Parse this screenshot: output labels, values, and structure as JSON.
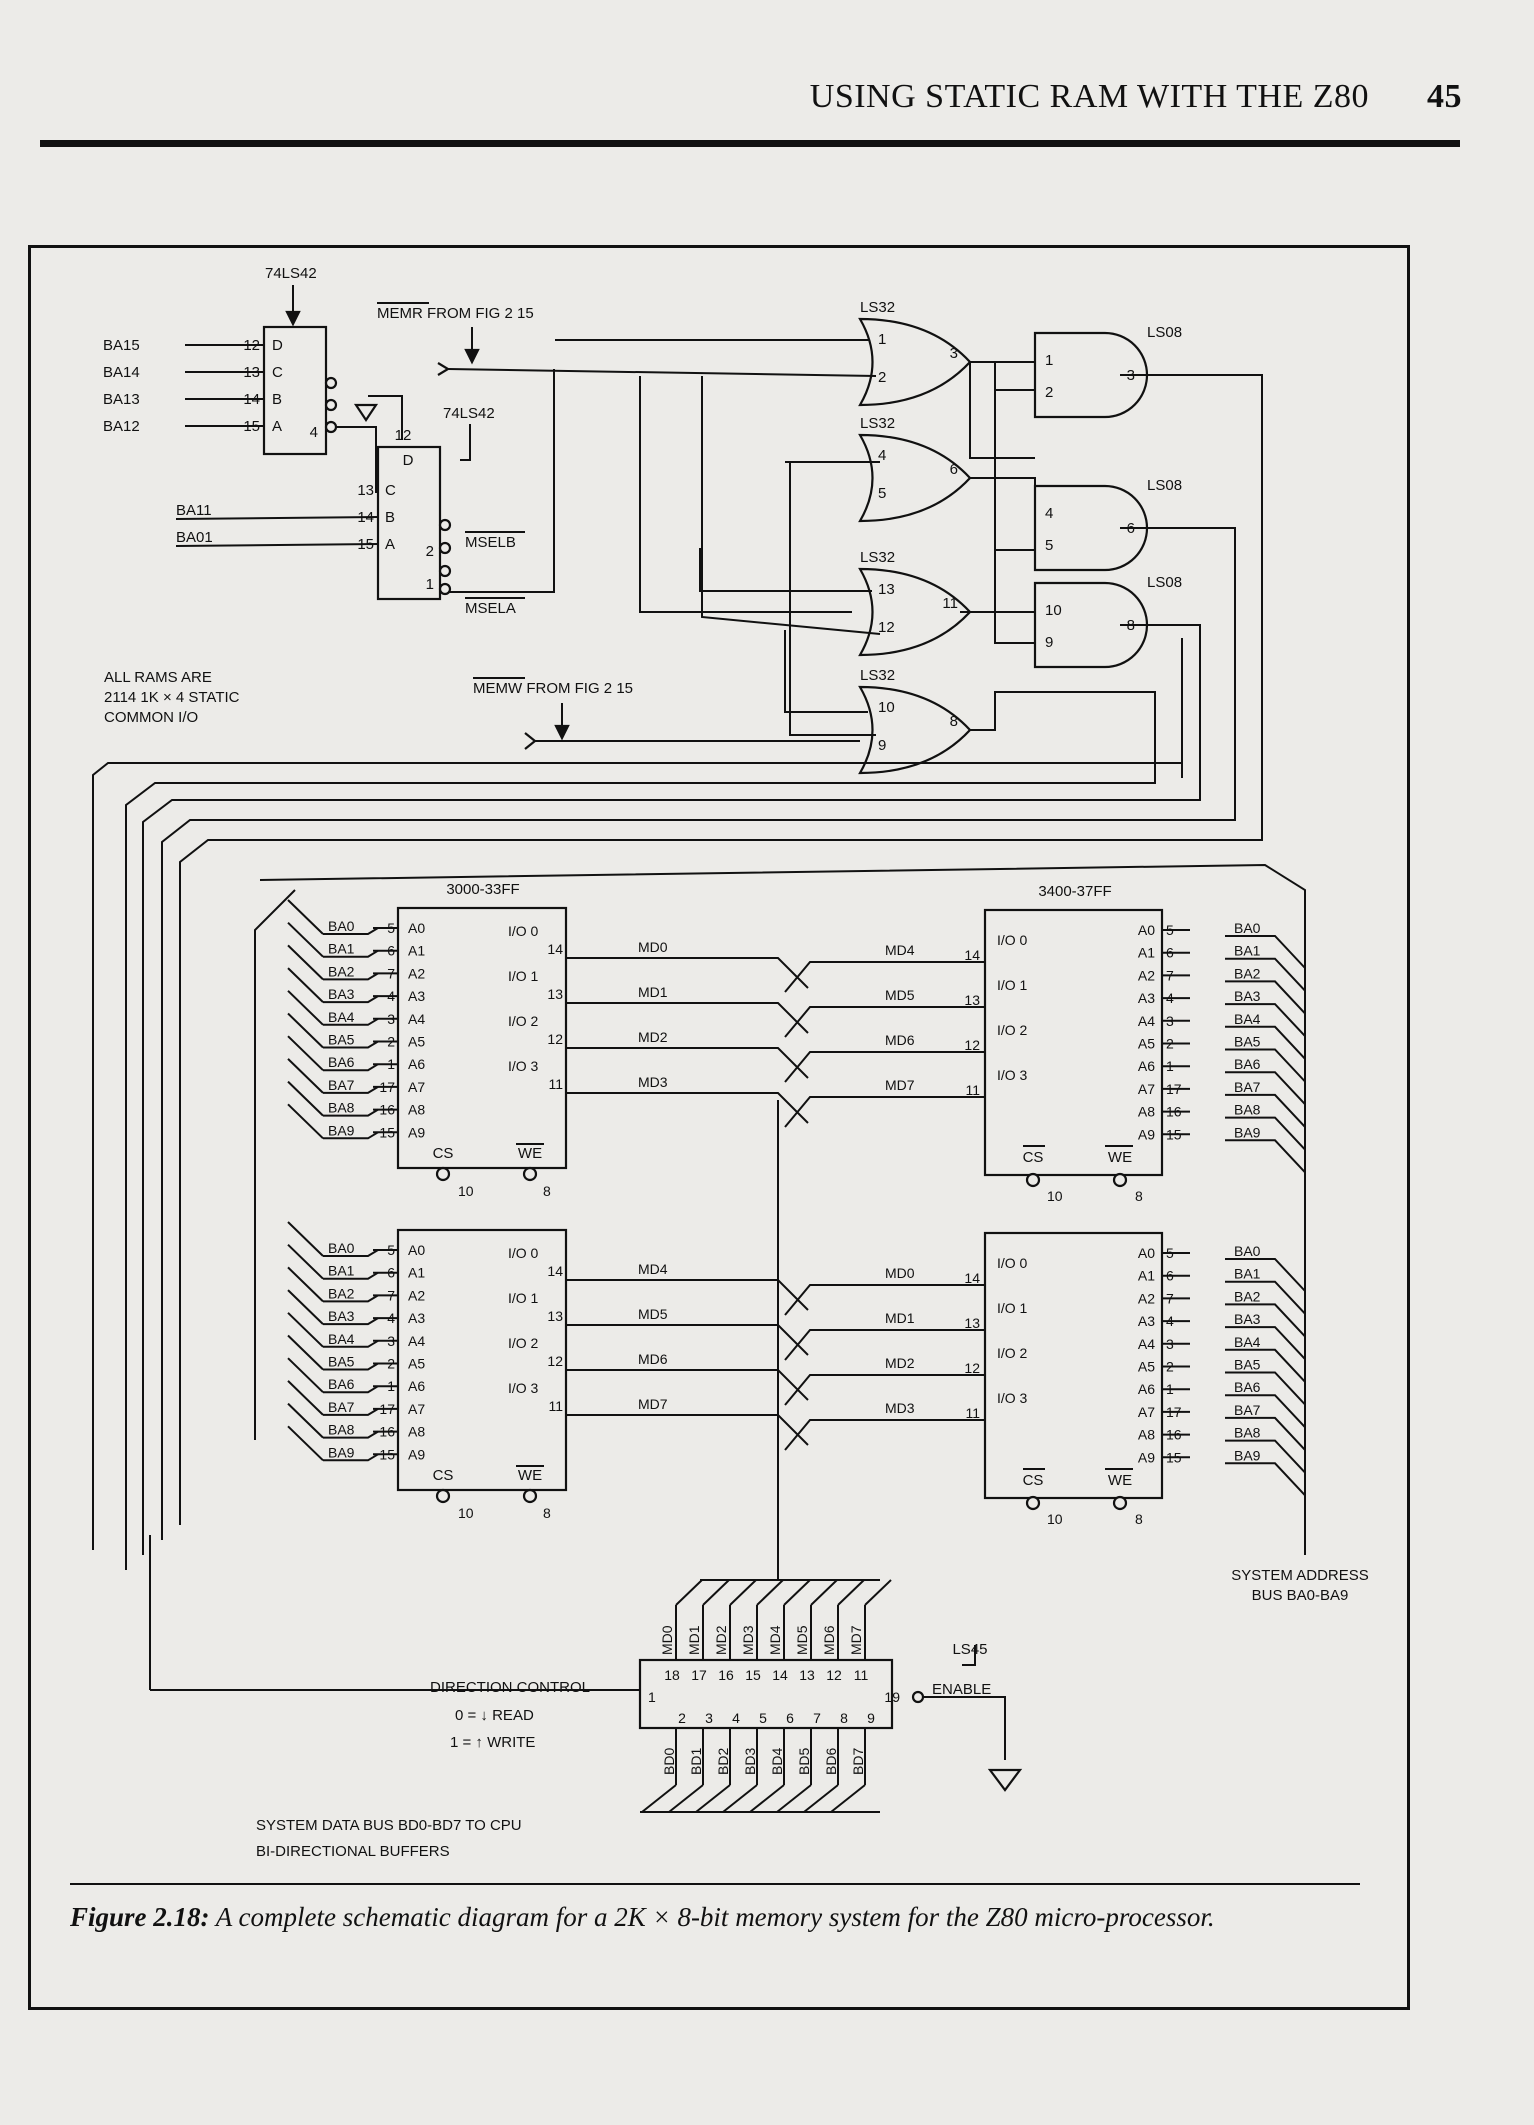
{
  "header": {
    "title": "USING STATIC RAM WITH THE Z80",
    "page_number": "45"
  },
  "caption": {
    "label": "Figure 2.18:",
    "text": "A complete schematic diagram for a 2K × 8-bit memory system for the Z80 micro-processor."
  },
  "decoder1": {
    "part": "74LS42",
    "inputs": [
      "BA15",
      "BA14",
      "BA13",
      "BA12"
    ],
    "pins": [
      "12",
      "13",
      "14",
      "15"
    ],
    "pin_letters": [
      "D",
      "C",
      "B",
      "A"
    ],
    "out_pin": "4"
  },
  "decoder2": {
    "part": "74LS42",
    "inputs": [
      "BA11",
      "BA01"
    ],
    "pins": [
      "14",
      "15"
    ],
    "pin_letters": [
      "B",
      "A"
    ],
    "pin_c": "13",
    "pin_c_letter": "C",
    "pin_d": "12",
    "pin_d_letter": "D",
    "out_b_pin": "2",
    "out_a_pin": "1"
  },
  "signals": {
    "memr": "MEMR FROM FIG 2 15",
    "memw": "MEMW FROM FIG 2 15",
    "mselb": "MSELB",
    "msela": "MSELA"
  },
  "note": [
    "ALL RAMS ARE",
    "2114 1K × 4 STATIC",
    "COMMON I/O"
  ],
  "gates": {
    "or1": {
      "part": "LS32",
      "pins": [
        "1",
        "2",
        "3"
      ]
    },
    "or2": {
      "part": "LS32",
      "pins": [
        "4",
        "5",
        "6"
      ]
    },
    "or3": {
      "part": "LS32",
      "pins": [
        "13",
        "12",
        "11"
      ]
    },
    "or4": {
      "part": "LS32",
      "pins": [
        "10",
        "9",
        "8"
      ]
    },
    "and1": {
      "part": "LS08",
      "pins": [
        "1",
        "2",
        "3"
      ]
    },
    "and2": {
      "part": "LS08",
      "pins": [
        "4",
        "5",
        "6"
      ]
    },
    "and3": {
      "part": "LS08",
      "pins": [
        "10",
        "9",
        "8"
      ]
    }
  },
  "rams": {
    "left_title": "3000-33FF",
    "right_title": "3400-37FF",
    "addr_labels": [
      "A0",
      "A1",
      "A2",
      "A3",
      "A4",
      "A5",
      "A6",
      "A7",
      "A8",
      "A9"
    ],
    "addr_pins": [
      "5",
      "6",
      "7",
      "4",
      "3",
      "2",
      "1",
      "17",
      "16",
      "15"
    ],
    "bus_labels": [
      "BA0",
      "BA1",
      "BA2",
      "BA3",
      "BA4",
      "BA5",
      "BA6",
      "BA7",
      "BA8",
      "BA9"
    ],
    "io_labels": [
      "I/O 0",
      "I/O 1",
      "I/O 2",
      "I/O 3"
    ],
    "io_pins": [
      "14",
      "13",
      "12",
      "11"
    ],
    "cs": "CS",
    "we": "WE",
    "cs_pin": "10",
    "we_pin": "8",
    "upper_left_md": [
      "MD0",
      "MD1",
      "MD2",
      "MD3"
    ],
    "upper_right_md": [
      "MD4",
      "MD5",
      "MD6",
      "MD7"
    ],
    "lower_left_md": [
      "MD4",
      "MD5",
      "MD6",
      "MD7"
    ],
    "lower_right_md": [
      "MD0",
      "MD1",
      "MD2",
      "MD3"
    ]
  },
  "address_bus": [
    "SYSTEM ADDRESS",
    "BUS BA0-BA9"
  ],
  "buffer": {
    "part": "LS45",
    "md_labels": [
      "MD0",
      "MD1",
      "MD2",
      "MD3",
      "MD4",
      "MD5",
      "MD6",
      "MD7"
    ],
    "top_pins": [
      "18",
      "17",
      "16",
      "15",
      "14",
      "13",
      "12",
      "11"
    ],
    "bottom_pins": [
      "2",
      "3",
      "4",
      "5",
      "6",
      "7",
      "8",
      "9"
    ],
    "bd_labels": [
      "BD0",
      "BD1",
      "BD2",
      "BD3",
      "BD4",
      "BD5",
      "BD6",
      "BD7"
    ],
    "dir_pin": "1",
    "enable_pin": "19",
    "enable": "ENABLE",
    "direction": "DIRECTION CONTROL",
    "read": "0 = ↓ READ",
    "write": "1 = ↑ WRITE"
  },
  "data_bus": [
    "SYSTEM DATA BUS BD0-BD7 TO CPU",
    "BI-DIRECTIONAL BUFFERS"
  ]
}
